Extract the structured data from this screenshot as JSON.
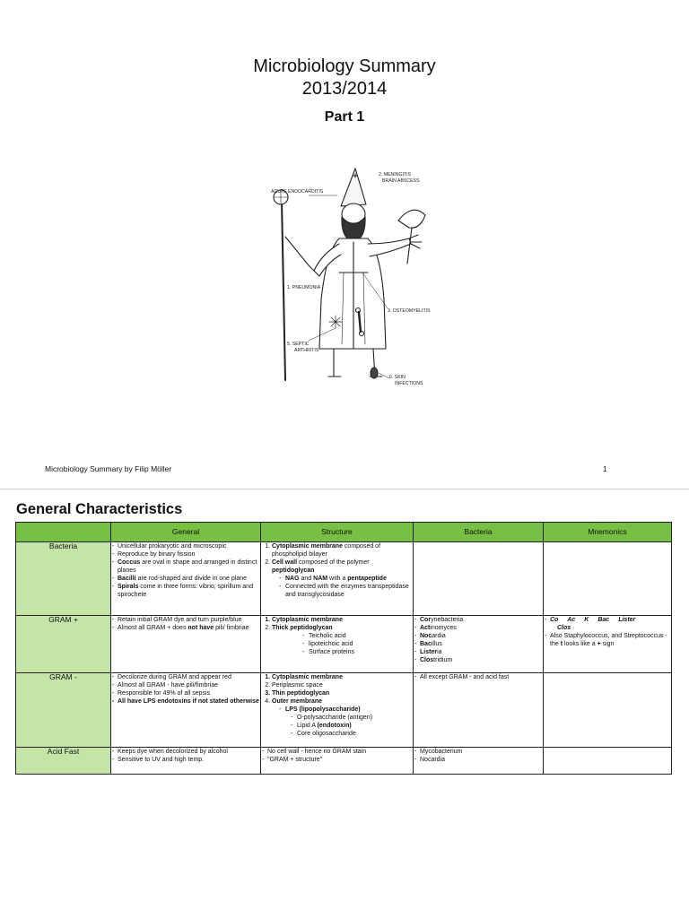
{
  "cover": {
    "title_line1": "Microbiology Summary",
    "title_line2": "2013/2014",
    "subtitle": "Part 1",
    "figure_labels": {
      "acute": "ACUTE ENDOCARDITIS",
      "meningitis1": "2. MENINGITIS",
      "meningitis2": "BRAIN ABSCESS",
      "pneumonia": "1. PNEUMONIA",
      "osteomyelitis": "3. OSTEOMYELITIS",
      "septic1": "5. SEPTIC",
      "septic2": "ARTHRITIS",
      "skin1": "6. SKIN",
      "skin2": "INFECTIONS"
    },
    "footer_left": "Microbiology Summary by Filip Möller",
    "footer_right": "1"
  },
  "section": {
    "title": "General Characteristics",
    "headers": [
      "General",
      "Structure",
      "Bacteria",
      "Mnemonics"
    ],
    "rows": {
      "bacteria": {
        "label": "Bacteria",
        "general": {
          "l1": "Unicellular prokaryotic and microscopic",
          "l2": "Reproduce by binary fission",
          "l3b": "Coccus",
          "l3": " are oval in shape and arranged in distinct planes",
          "l4b": "Bacilli",
          "l4": " are rod-shaped and divide in one plane",
          "l5b": "Spirals",
          "l5": " come in three forms: vibrio, spirillum and spirochete"
        },
        "structure": {
          "s1b": "Cytoplasmic membrane",
          "s1": " composed of phospholipid bilayer",
          "s2b": "Cell wall",
          "s2": " composed of the polymer ",
          "s2b2": "peptidoglycan",
          "sub1b1": "NAG",
          "sub1m": " and ",
          "sub1b2": "NAM",
          "sub1m2": " with a ",
          "sub1b3": "pentapeptide",
          "sub2": "Connected with the enzymes transpeptidase and transglycosidase"
        }
      },
      "gram_pos": {
        "label": "GRAM +",
        "general": {
          "l1": "Retain initial GRAM dye and turn purple/blue",
          "l2a": "Almost all GRAM + does ",
          "l2b": "not have",
          "l2c": " pili/ fimbriae"
        },
        "structure": {
          "s1b": "Cytoplasmic membrane",
          "s2b": "Thick peptidoglycan",
          "sub1": "Teicholic acid",
          "sub2": "lipoteichoic acid",
          "sub3": "Surface proteins"
        },
        "bacteria": {
          "b1a": "Cor",
          "b1b": "ynebacteria",
          "b2a": "Act",
          "b2b": "inomyces",
          "b3a": "Noc",
          "b3b": "ardia",
          "b4a": "Bac",
          "b4b": "illus",
          "b5a": "Lister",
          "b5b": "ia",
          "b6a": "Clos",
          "b6b": "tridium"
        },
        "mnemonics": {
          "m1": "Co",
          "m2": "Ac",
          "m3": "K",
          "m4": "Bac",
          "m5": "Lister",
          "m6": "Clos",
          "m7": "Also Staphylococcus, and Streptococcus - the ",
          "m7b": "t",
          "m7c": " looks like a ",
          "m7d": "+",
          "m7e": " sign"
        }
      },
      "gram_neg": {
        "label": "GRAM -",
        "general": {
          "l1": "Decolorize during GRAM and appear red",
          "l2": "Almost all GRAM - have pili/fimbriae",
          "l3": "Responsible for 49% of all sepsis",
          "l4b": "All have LPS endotoxins if not stated otherwise"
        },
        "structure": {
          "s1b": "Cytoplasmic membrane",
          "s2": "Periplasmic space",
          "s3b": "Thin peptidoglycan",
          "s4b": "Outer membrane",
          "sub1b": "LPS (lipopolysaccharide)",
          "sub2a": "O-polysaccharide (antigen)",
          "sub2b": "Lipid A ",
          "sub2bb": "(endotoxin)",
          "sub2c": "Core oligosaccharide"
        },
        "bacteria": {
          "b1": "All except GRAM - and acid fast"
        }
      },
      "acid_fast": {
        "label": "Acid Fast",
        "general": {
          "l1": "Keeps dye when decolorized by alcohol",
          "l2": "Sensitive to UV and high temp."
        },
        "structure": {
          "s1": "No cell wall - hence no GRAM stain",
          "s2": "\"GRAM + structure\""
        },
        "bacteria": {
          "b1": "Mycobacterium",
          "b2": "Nocardia"
        }
      }
    }
  }
}
